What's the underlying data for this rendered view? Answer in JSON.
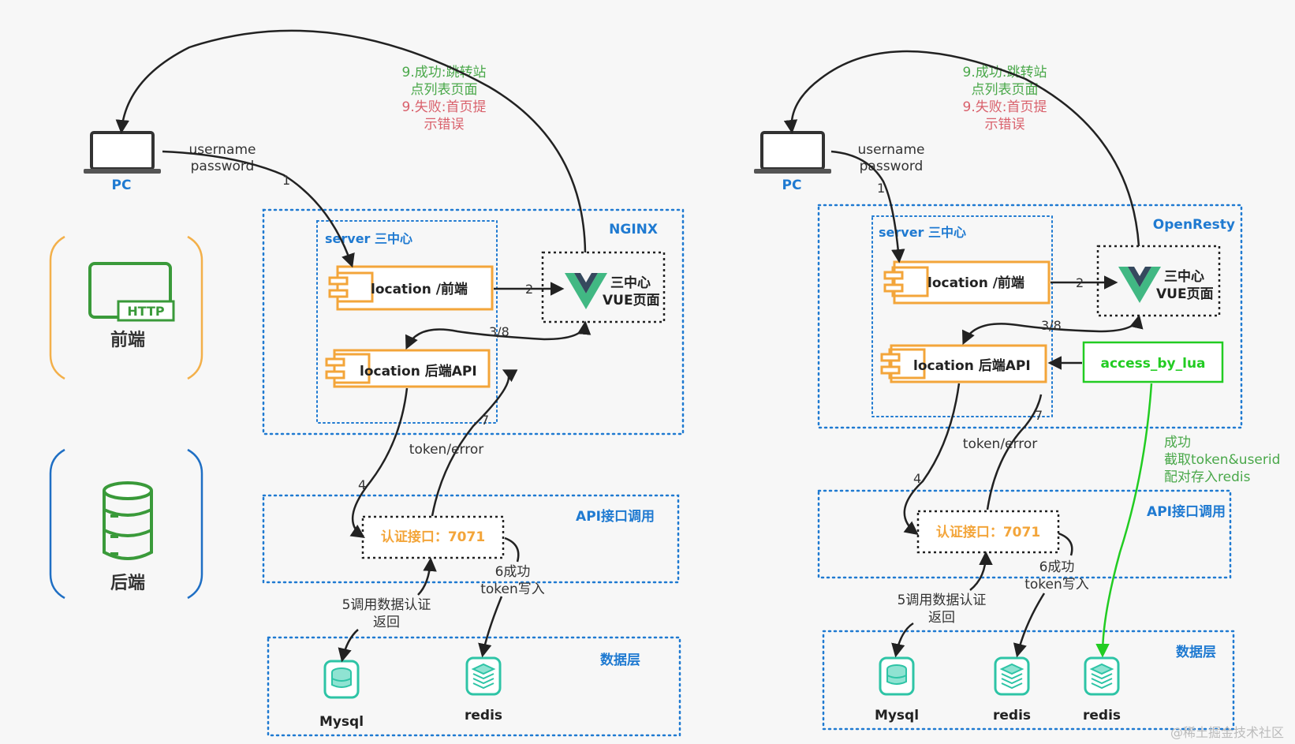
{
  "left": {
    "pc_label": "PC",
    "username": "username",
    "password": "password",
    "success_line1": "9.成功:跳转站",
    "success_line2": "点列表页面",
    "fail_line1": "9.失败:首页提",
    "fail_line2": "示错误",
    "proxy_title": "NGINX",
    "server_title": "server 三中心",
    "loc_front": "location  /前端",
    "loc_back": "location  后端API",
    "vue_line1": "三中心",
    "vue_line2": "VUE页面",
    "step1": "1",
    "step2": "2",
    "step38": "3/8",
    "step4": "4",
    "step7": "7",
    "token_error": "token/error",
    "api_title": "API接口调用",
    "auth_api": "认证接口：7071",
    "step6_line1": "6成功",
    "step6_line2": "token写入",
    "step5_line1": "5调用数据认证",
    "step5_line2": "返回",
    "data_title": "数据层",
    "mysql": "Mysql",
    "redis": "redis"
  },
  "right": {
    "pc_label": "PC",
    "username": "username",
    "password": "password",
    "success_line1": "9.成功:跳转站",
    "success_line2": "点列表页面",
    "fail_line1": "9.失败:首页提",
    "fail_line2": "示错误",
    "proxy_title": "OpenResty",
    "server_title": "server 三中心",
    "loc_front": "location  /前端",
    "loc_back": "location  后端API",
    "vue_line1": "三中心",
    "vue_line2": "VUE页面",
    "access_lua": "access_by_lua",
    "step1": "1",
    "step2": "2",
    "step38": "3/8",
    "step4": "4",
    "step7": "7",
    "token_error": "token/error",
    "success_note1": "成功",
    "success_note2": "截取token&userid",
    "success_note3": "配对存入redis",
    "api_title": "API接口调用",
    "auth_api": "认证接口：7071",
    "step6_line1": "6成功",
    "step6_line2": "token写入",
    "step5_line1": "5调用数据认证",
    "step5_line2": "返回",
    "data_title": "数据层",
    "mysql": "Mysql",
    "redis1": "redis",
    "redis2": "redis"
  },
  "legend": {
    "http_badge": "HTTP",
    "frontend": "前端",
    "backend": "后端"
  },
  "watermark": "@稀土掘金技术社区",
  "colors": {
    "blue": "#1f7ad1",
    "orange": "#f3a53a",
    "green_success": "#4aa84a",
    "red_fail": "#d9606b",
    "lua_green": "#22cc22",
    "legend_green": "#3a9a3a",
    "vue_green": "#41b883",
    "vue_dark": "#35495e",
    "db_teal": "#2ec4a6"
  }
}
